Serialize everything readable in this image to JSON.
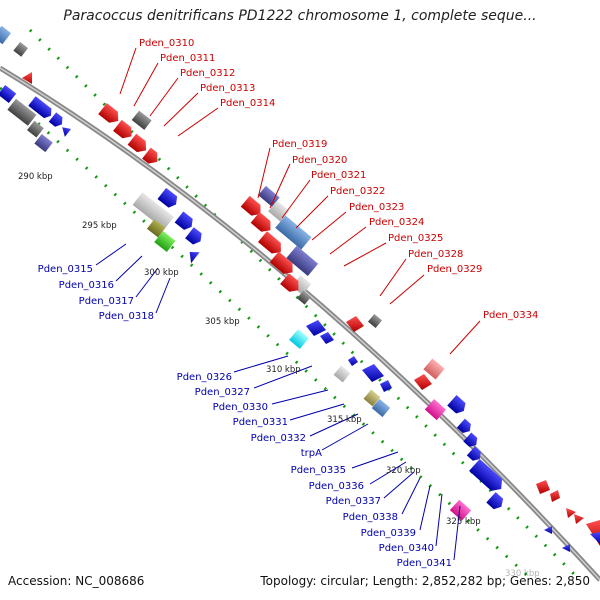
{
  "title": "Paracoccus denitrificans PD1222 chromosome 1, complete seque...",
  "footer": {
    "accession": "Accession: NC_008686",
    "topology": "Topology: circular; Length: 2,852,282 bp; Genes: 2,850"
  },
  "ticks": [
    "290 kbp",
    "295 kbp",
    "300 kbp",
    "305 kbp",
    "310 kbp",
    "315 kbp",
    "320 kbp",
    "325 kbp",
    "330 kbp"
  ],
  "forward_labels": [
    "Pden_0310",
    "Pden_0311",
    "Pden_0312",
    "Pden_0313",
    "Pden_0314",
    "Pden_0319",
    "Pden_0320",
    "Pden_0321",
    "Pden_0322",
    "Pden_0323",
    "Pden_0324",
    "Pden_0325",
    "Pden_0328",
    "Pden_0329",
    "Pden_0334"
  ],
  "reverse_labels": [
    "Pden_0315",
    "Pden_0316",
    "Pden_0317",
    "Pden_0318",
    "Pden_0326",
    "Pden_0327",
    "Pden_0330",
    "Pden_0331",
    "Pden_0332",
    "trpA",
    "Pden_0335",
    "Pden_0336",
    "Pden_0337",
    "Pden_0338",
    "Pden_0339",
    "Pden_0340",
    "Pden_0341"
  ],
  "colors": {
    "forward": "#e00000",
    "reverse": "#0000e0",
    "backbone": "#888888",
    "tick_dots": "#119911"
  }
}
